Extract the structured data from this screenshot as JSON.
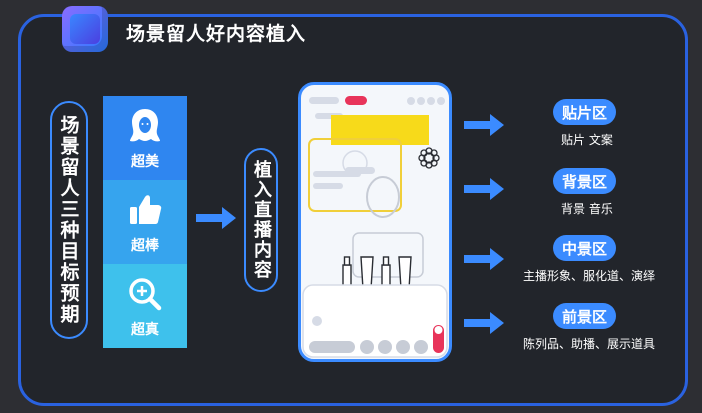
{
  "title": "场景留人好内容植入",
  "left_pill": "场景留人三种目标预期",
  "targets": [
    {
      "label": "超美",
      "icon": "woman-face-icon"
    },
    {
      "label": "超棒",
      "icon": "thumbs-up-icon"
    },
    {
      "label": "超真",
      "icon": "magnifier-plus-icon"
    }
  ],
  "mid_pill": "植入直播内容",
  "zones": [
    {
      "name": "贴片区",
      "desc": "贴片 文案"
    },
    {
      "name": "背景区",
      "desc": "背景 音乐"
    },
    {
      "name": "中景区",
      "desc": "主播形象、服化道、演绎"
    },
    {
      "name": "前景区",
      "desc": "陈列品、助播、展示道具"
    }
  ],
  "colors": {
    "accent": "#3b8bff",
    "sticker": "#f7da1a",
    "live": "#e8345a",
    "background": "#22252b"
  }
}
